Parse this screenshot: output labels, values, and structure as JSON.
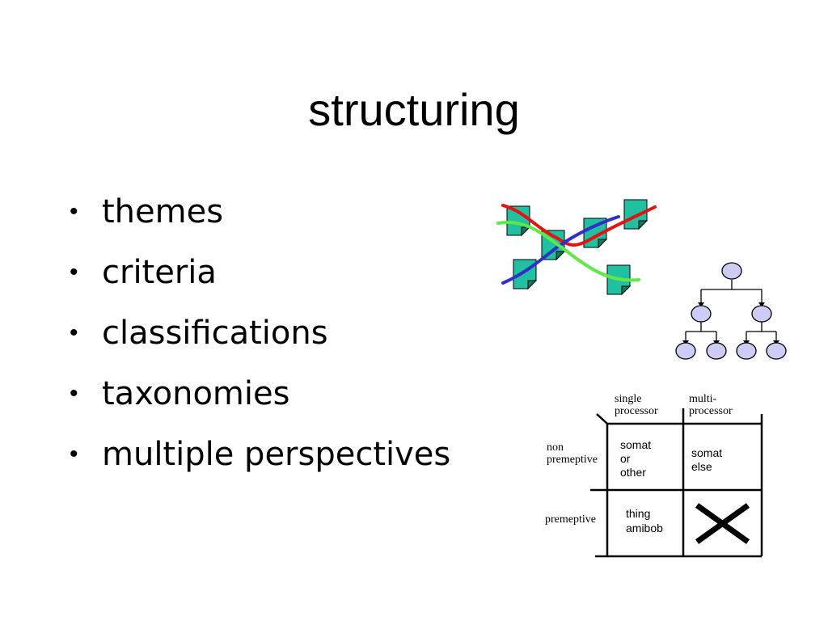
{
  "title": "structuring",
  "bullets": [
    {
      "marker": "•",
      "text": "themes"
    },
    {
      "marker": "•",
      "text": "criteria"
    },
    {
      "marker": "•",
      "text": "classifications"
    },
    {
      "marker": "•",
      "text": "taxonomies"
    },
    {
      "marker": "•",
      "text": "multiple perspectives"
    }
  ],
  "colors": {
    "document_fill": "#20c0a0",
    "strand_red": "#e81010",
    "strand_blue": "#3030c8",
    "strand_green": "#60e848",
    "tree_node_fill": "#ccccf4"
  },
  "grid": {
    "col_headers": [
      {
        "line1": "single",
        "line2": "processor"
      },
      {
        "line1": "multi-",
        "line2": "processor"
      }
    ],
    "row_headers": [
      {
        "line1": "non",
        "line2": "premeptive"
      },
      {
        "line1": "premeptive",
        "line2": ""
      }
    ],
    "cells": {
      "r1c1": [
        "somat",
        "or",
        "other"
      ],
      "r1c2": [
        "somat",
        "else"
      ],
      "r2c1": [
        "thing",
        "amibob"
      ],
      "r2c2_icon": "cross-mark-icon"
    }
  }
}
